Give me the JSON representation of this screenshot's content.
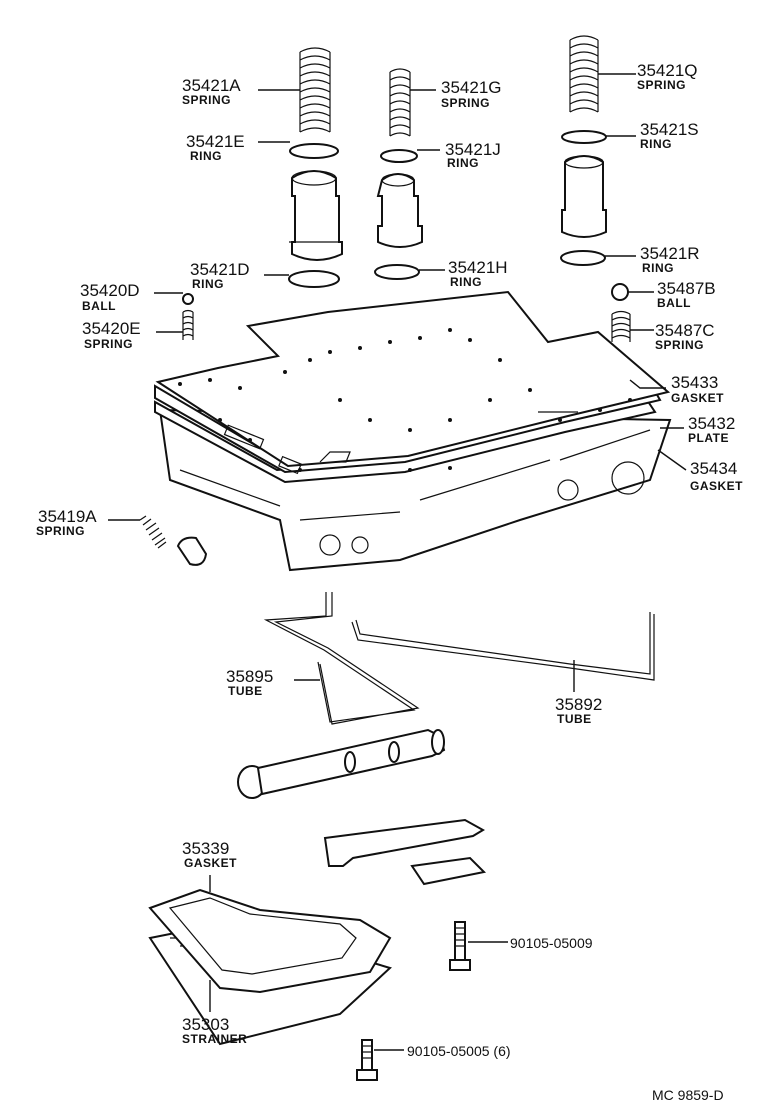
{
  "diagram_ref": "MC  9859-D",
  "callouts": [
    {
      "id": "35421a",
      "part": "35421A",
      "desc": "SPRING"
    },
    {
      "id": "35421g",
      "part": "35421G",
      "desc": "SPRING"
    },
    {
      "id": "35421q",
      "part": "35421Q",
      "desc": "SPRING"
    },
    {
      "id": "35421e",
      "part": "35421E",
      "desc": "RING"
    },
    {
      "id": "35421j",
      "part": "35421J",
      "desc": "RING"
    },
    {
      "id": "35421s",
      "part": "35421S",
      "desc": "RING"
    },
    {
      "id": "35421d",
      "part": "35421D",
      "desc": "RING"
    },
    {
      "id": "35421h",
      "part": "35421H",
      "desc": "RING"
    },
    {
      "id": "35421r",
      "part": "35421R",
      "desc": "RING"
    },
    {
      "id": "35420d",
      "part": "35420D",
      "desc": "BALL"
    },
    {
      "id": "35487b",
      "part": "35487B",
      "desc": "BALL"
    },
    {
      "id": "35420e",
      "part": "35420E",
      "desc": "SPRING"
    },
    {
      "id": "35487c",
      "part": "35487C",
      "desc": "SPRING"
    },
    {
      "id": "35433",
      "part": "35433",
      "desc": "GASKET"
    },
    {
      "id": "35432",
      "part": "35432",
      "desc": "PLATE"
    },
    {
      "id": "35434",
      "part": "35434",
      "desc": "GASKET"
    },
    {
      "id": "35419a",
      "part": "35419A",
      "desc": "SPRING"
    },
    {
      "id": "35895",
      "part": "35895",
      "desc": "TUBE"
    },
    {
      "id": "35892",
      "part": "35892",
      "desc": "TUBE"
    },
    {
      "id": "35339",
      "part": "35339",
      "desc": "GASKET"
    },
    {
      "id": "35303",
      "part": "35303",
      "desc": "STRAINER"
    },
    {
      "id": "90105-05009",
      "part": "90105-05009",
      "desc": ""
    },
    {
      "id": "90105-05005",
      "part": "90105-05005 (6)",
      "desc": ""
    }
  ]
}
